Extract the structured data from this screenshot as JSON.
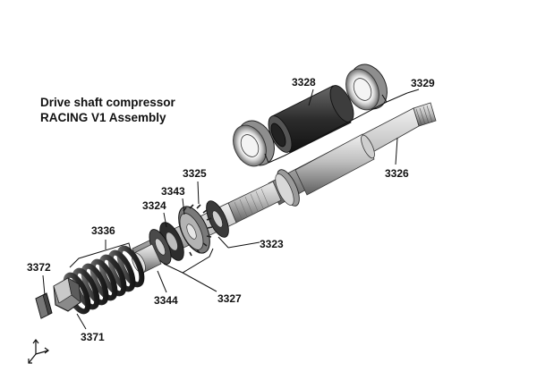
{
  "title": {
    "line1": "Drive shaft compressor",
    "line2": "RACING V1 Assembly"
  },
  "callouts": [
    {
      "id": "c3328",
      "label": "3328"
    },
    {
      "id": "c3329",
      "label": "3329"
    },
    {
      "id": "c3326",
      "label": "3326"
    },
    {
      "id": "c3325",
      "label": "3325"
    },
    {
      "id": "c3343",
      "label": "3343"
    },
    {
      "id": "c3324",
      "label": "3324"
    },
    {
      "id": "c3336",
      "label": "3336"
    },
    {
      "id": "c3323",
      "label": "3323"
    },
    {
      "id": "c3372",
      "label": "3372"
    },
    {
      "id": "c3344",
      "label": "3344"
    },
    {
      "id": "c3327",
      "label": "3327"
    },
    {
      "id": "c3371",
      "label": "3371"
    }
  ],
  "colors": {
    "steel_light": "#d9d9d9",
    "steel_mid": "#a6a6a6",
    "steel_dark": "#5a5a5a",
    "rubber": "#2a2a2a",
    "line": "#111111"
  },
  "icons": [
    "axis-triad-icon"
  ]
}
